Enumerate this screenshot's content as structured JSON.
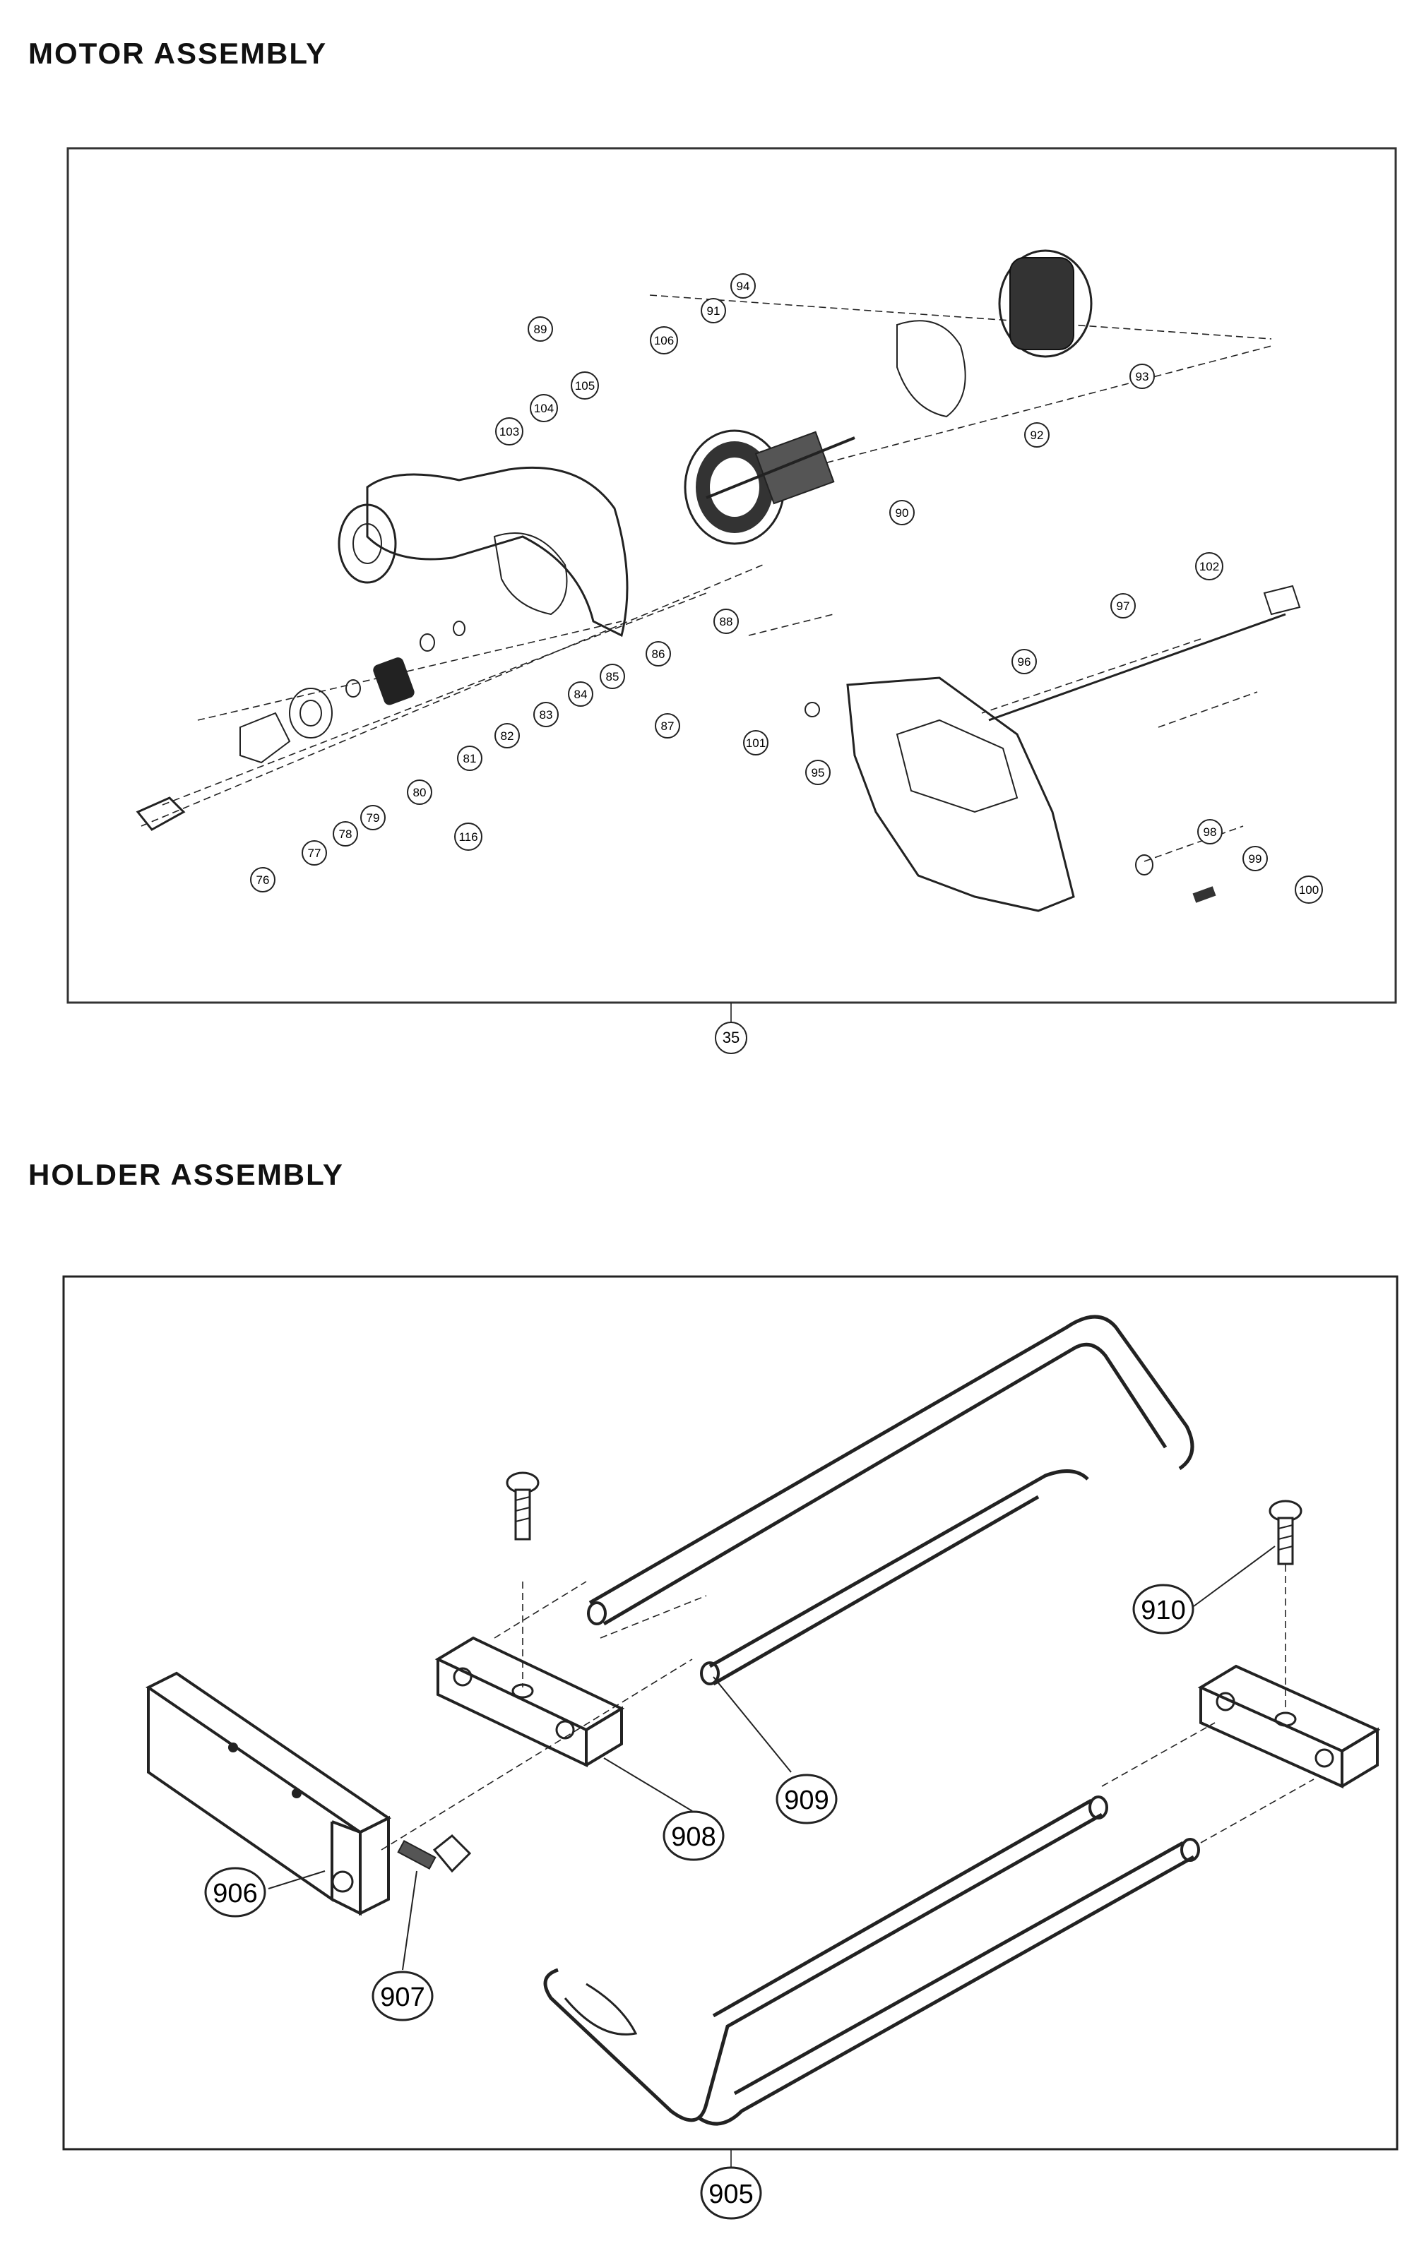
{
  "titles": {
    "motor": "MOTOR ASSEMBLY",
    "holder": "HOLDER ASSEMBLY"
  },
  "motor_assembly": {
    "group_callout": "35",
    "part_callouts": [
      "76",
      "77",
      "78",
      "79",
      "80",
      "81",
      "82",
      "83",
      "84",
      "85",
      "86",
      "87",
      "88",
      "89",
      "90",
      "91",
      "92",
      "93",
      "94",
      "95",
      "96",
      "97",
      "98",
      "99",
      "100",
      "101",
      "102",
      "103",
      "104",
      "105",
      "106",
      "116"
    ]
  },
  "holder_assembly": {
    "group_callout": "905",
    "part_callouts": [
      "906",
      "907",
      "908",
      "909",
      "910"
    ]
  }
}
